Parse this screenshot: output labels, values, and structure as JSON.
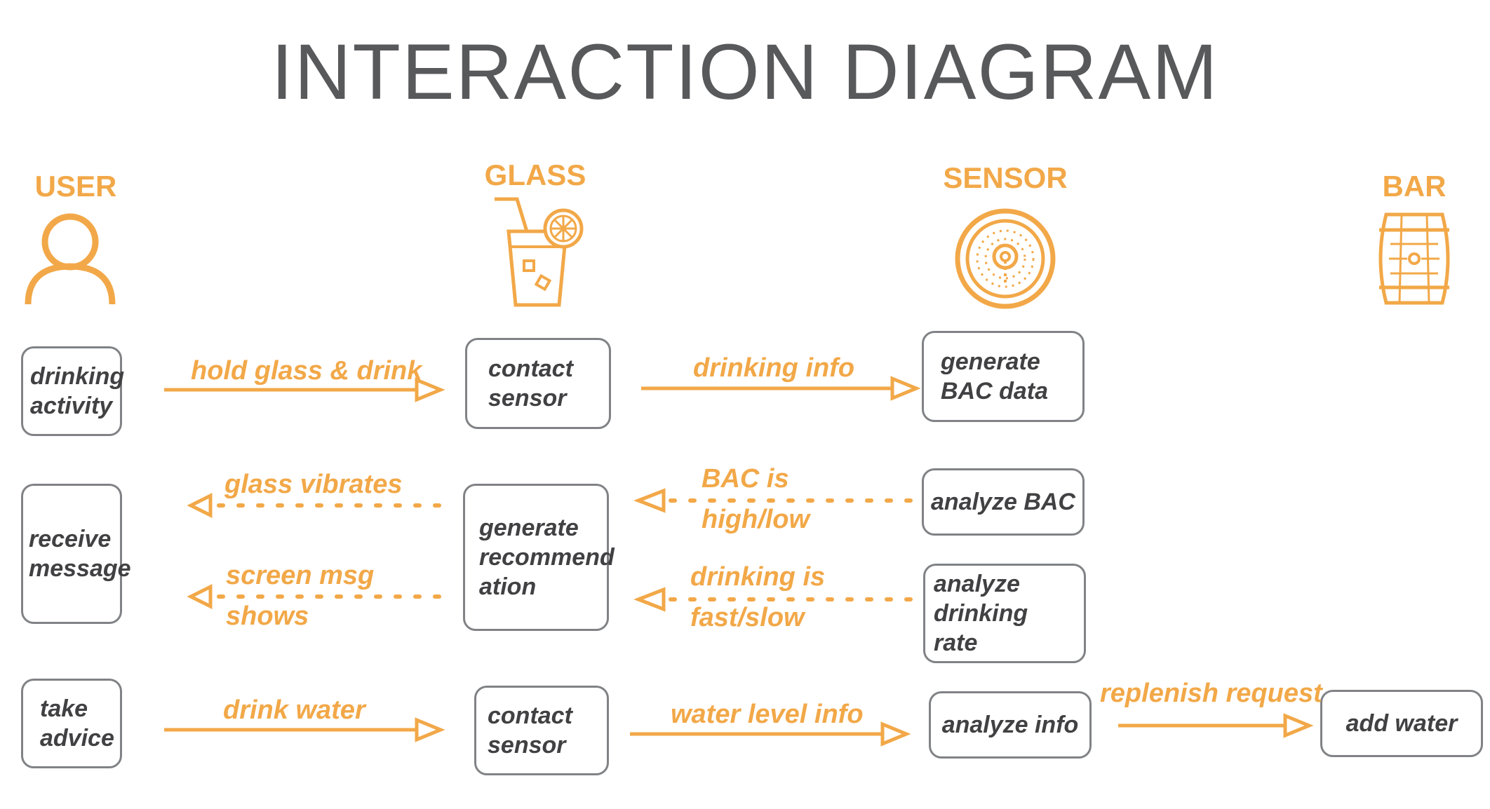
{
  "title": "INTERACTION DIAGRAM",
  "colors": {
    "accent": "#f2a848",
    "box_border": "#808285",
    "title": "#58595b",
    "box_text": "#414042"
  },
  "actors": [
    {
      "label": "USER",
      "icon": "person-icon"
    },
    {
      "label": "GLASS",
      "icon": "glass-icon"
    },
    {
      "label": "SENSOR",
      "icon": "sensor-icon"
    },
    {
      "label": "BAR",
      "icon": "barrel-icon"
    }
  ],
  "boxes": {
    "drinking_activity": "drinking\nactivity",
    "contact_sensor_1": "contact\nsensor",
    "generate_bac": "generate\nBAC data",
    "receive_message": "receive\nmessage",
    "generate_recommendation": "generate\nrecommend\nation",
    "analyze_bac": "analyze BAC",
    "analyze_drinking_rate": "analyze\ndrinking rate",
    "take_advice": "take\nadvice",
    "contact_sensor_2": "contact\nsensor",
    "analyze_info": "analyze info",
    "add_water": "add water"
  },
  "messages": {
    "hold_glass": "hold glass & drink",
    "drinking_info": "drinking info",
    "glass_vibrates": "glass vibrates",
    "bac_high_low": "BAC is\nhigh/low",
    "screen_msg": "screen msg\nshows",
    "drinking_fast_slow": "drinking is\nfast/slow",
    "drink_water": "drink water",
    "water_level": "water level info",
    "replenish": "replenish request"
  }
}
